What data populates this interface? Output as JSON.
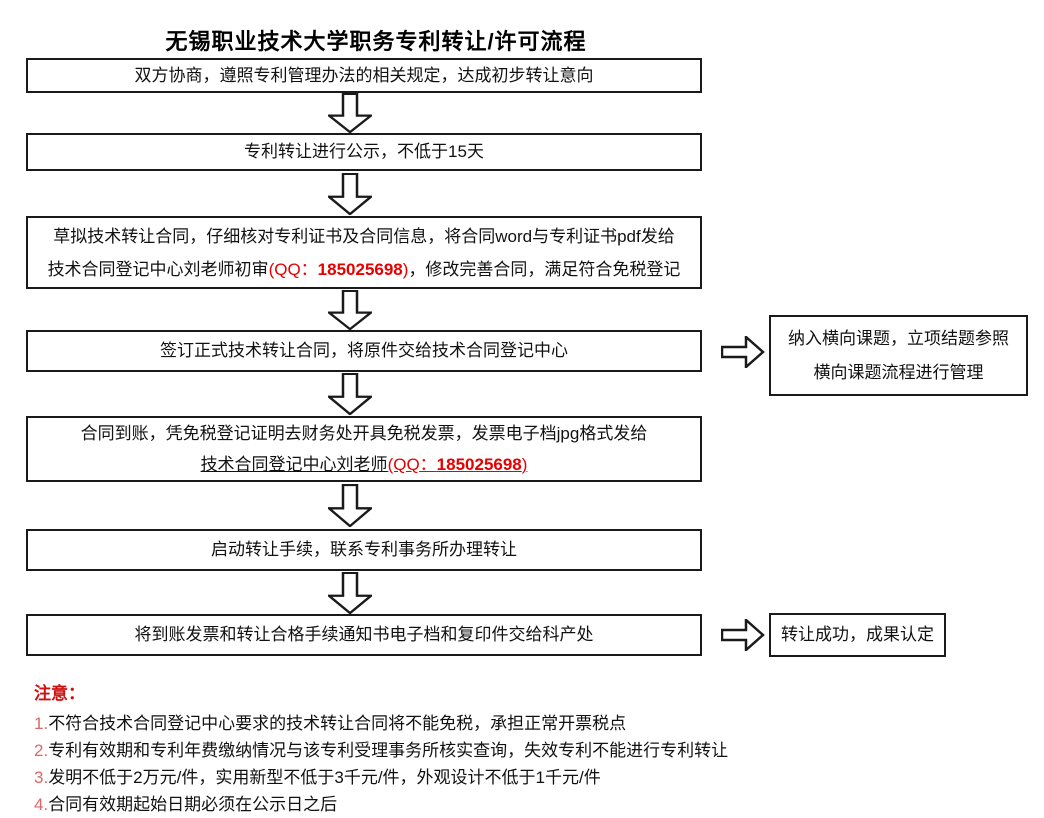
{
  "page": {
    "title": "无锡职业技术大学职务专利转让/许可流程"
  },
  "flow": {
    "step1": {
      "text": "双方协商，遵照专利管理办法的相关规定，达成初步转让意向"
    },
    "step2": {
      "text": "专利转让进行公示，不低于15天"
    },
    "step3": {
      "line1": "草拟技术转让合同，仔细核对专利证书及合同信息，将合同word与专利证书pdf发给",
      "line2_pre": "技术合同登记中心刘老师初审",
      "qq_open": "(QQ：",
      "qq_number": "185025698",
      "qq_close": ")",
      "line2_post": "，修改完善合同，满足符合免税登记"
    },
    "step4": {
      "text": "签订正式技术转让合同，将原件交给技术合同登记中心"
    },
    "step5": {
      "line1": "合同到账，凭免税登记证明去财务处开具免税发票，发票电子档jpg格式发给",
      "line2_pre": "技术合同登记中心刘老师",
      "qq_open": "(QQ：",
      "qq_number": "185025698",
      "qq_close": ")"
    },
    "step6": {
      "text": "启动转让手续，联系专利事务所办理转让"
    },
    "step7": {
      "text": "将到账发票和转让合格手续通知书电子档和复印件交给科产处"
    },
    "side1": {
      "line1": "纳入横向课题，立项结题参照",
      "line2": "横向课题流程进行管理"
    },
    "side2": {
      "text": "转让成功，成果认定"
    }
  },
  "notes": {
    "heading": "注意：",
    "items": [
      {
        "num": "1.",
        "text": "不符合技术合同登记中心要求的技术转让合同将不能免税，承担正常开票税点"
      },
      {
        "num": "2.",
        "text": "专利有效期和专利年费缴纳情况与该专利受理事务所核实查询，失效专利不能进行专利转让"
      },
      {
        "num": "3.",
        "text": "发明不低于2万元/件，实用新型不低于3千元/件，外观设计不低于1千元/件"
      },
      {
        "num": "4.",
        "text": "合同有效期起始日期必须在公示日之后"
      }
    ]
  },
  "colors": {
    "box_border": "#1a1a1a",
    "text": "#111111",
    "qq_red": "#e60000",
    "notes_heading_red": "#cc1111",
    "note_number_red": "#e06666"
  }
}
